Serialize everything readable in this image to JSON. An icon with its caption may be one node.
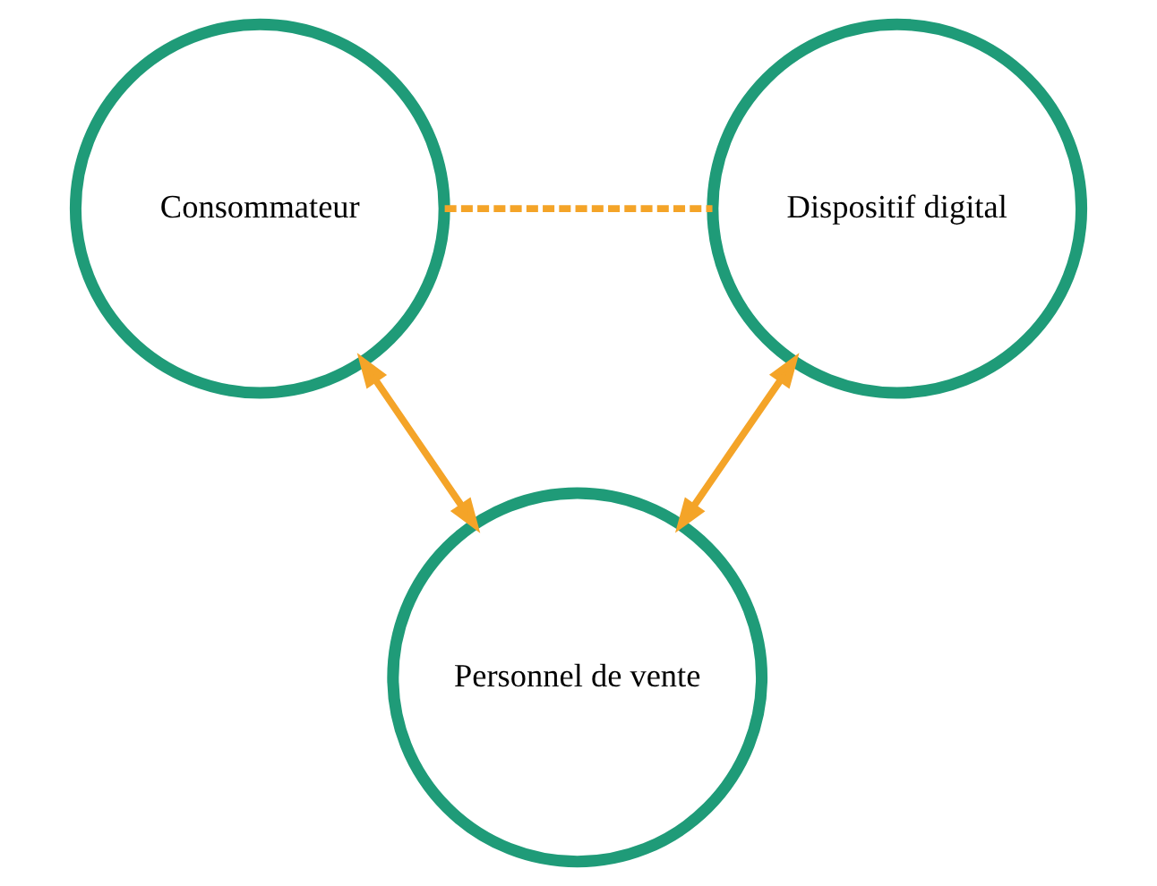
{
  "diagram": {
    "nodes": [
      {
        "text": [
          "Consommateur"
        ]
      },
      {
        "text": [
          "Dispositif digital"
        ]
      },
      {
        "text": [
          "Personnel de vente"
        ]
      }
    ],
    "edges": [
      {
        "from": 0,
        "to": 1,
        "arrow": "none",
        "style": "dashed"
      },
      {
        "from": 0,
        "to": 2,
        "arrow": "both"
      },
      {
        "from": 1,
        "to": 2,
        "arrow": "both"
      }
    ]
  }
}
